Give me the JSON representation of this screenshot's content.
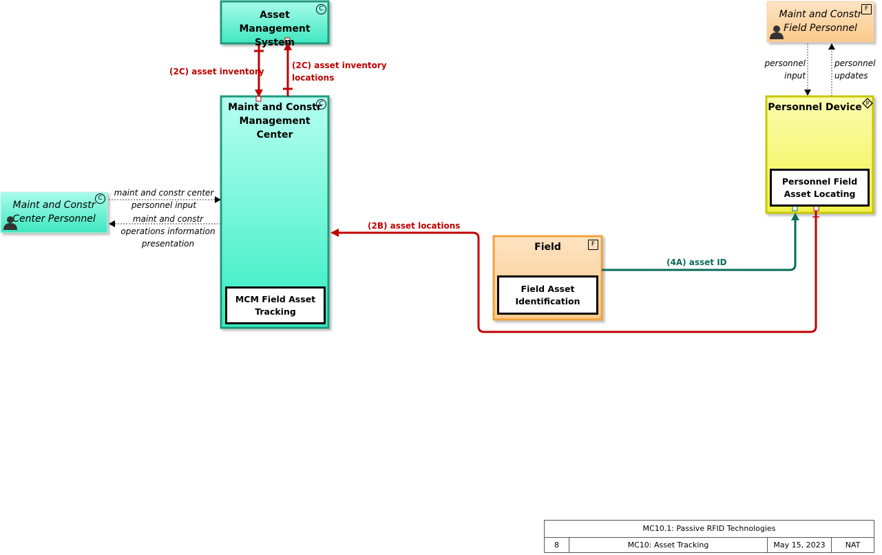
{
  "nodes": {
    "asset_mgmt": {
      "title": "Asset Management System",
      "badge": "C"
    },
    "mcm": {
      "title": "Maint and Constr Management Center",
      "badge": "C",
      "sub": "MCM Field Asset Tracking"
    },
    "center_personnel": {
      "title": "Maint and Constr Center Personnel",
      "badge": "C"
    },
    "field_personnel": {
      "title": "Maint and Constr Field Personnel",
      "badge": "F"
    },
    "personnel_device": {
      "title": "Personnel Device",
      "badge": "P",
      "sub": "Personnel Field Asset Locating"
    },
    "field": {
      "title": "Field",
      "badge": "F",
      "sub": "Field Asset Identification"
    }
  },
  "flows": {
    "asset_inventory": "(2C) asset inventory",
    "asset_inventory_locations_1": "(2C) asset inventory",
    "asset_inventory_locations_2": "locations",
    "asset_locations": "(2B) asset locations",
    "asset_id": "(4A) asset ID",
    "center_input_1": "maint and constr center",
    "center_input_2": "personnel input",
    "ops_info_1": "maint and constr",
    "ops_info_2": "operations information",
    "ops_info_3": "presentation",
    "personnel_input_1": "personnel",
    "personnel_input_2": "input",
    "personnel_updates_1": "personnel",
    "personnel_updates_2": "updates"
  },
  "footer": {
    "title": "MC10.1: Passive RFID Technologies",
    "page": "8",
    "name": "MC10: Asset Tracking",
    "date": "May 15, 2023",
    "org": "NAT"
  },
  "colors": {
    "center_fill": "#40efc6",
    "center_border": "#1a9a7c",
    "field_fill": "#fcd4a0",
    "field_border": "#f2a23a",
    "device_fill": "#f5f560",
    "device_border": "#c8c800",
    "flow_red": "#c00000",
    "flow_green": "#0a6b5a"
  }
}
